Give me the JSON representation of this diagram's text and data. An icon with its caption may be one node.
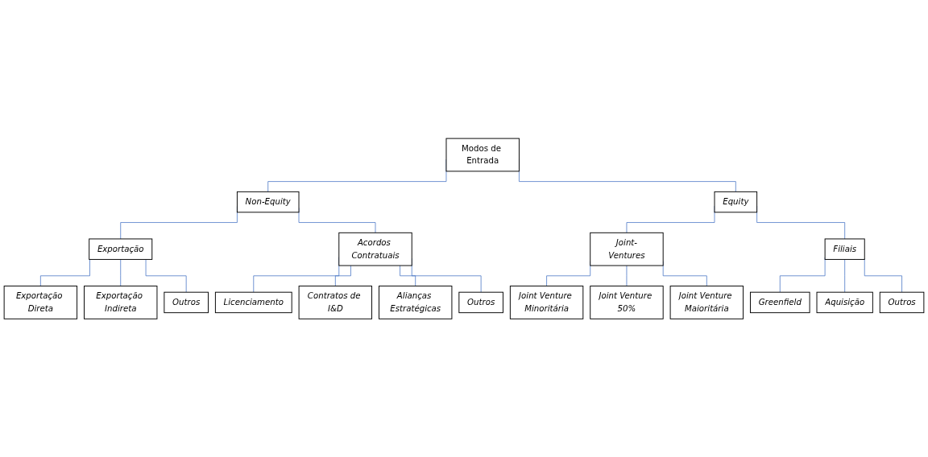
{
  "diagram": {
    "nodes": [
      {
        "text": [
          "Modos de Entrada"
        ]
      },
      {
        "text": [
          "Non-Equity"
        ]
      },
      {
        "text": [
          "Equity"
        ]
      },
      {
        "text": [
          "Exportação"
        ]
      },
      {
        "text": [
          "Acordos Contratuais"
        ]
      },
      {
        "text": [
          "Joint-Ventures"
        ]
      },
      {
        "text": [
          "Filiais"
        ]
      },
      {
        "text": [
          "Exportação Direta"
        ]
      },
      {
        "text": [
          "Exportação Indireta"
        ]
      },
      {
        "text": [
          "Outros"
        ]
      },
      {
        "text": [
          "Licenciamento"
        ]
      },
      {
        "text": [
          "Contratos de I&D"
        ]
      },
      {
        "text": [
          "Alianças Estratégicas"
        ]
      },
      {
        "text": [
          "Outros"
        ]
      },
      {
        "text": [
          "Joint Venture Minoritária"
        ]
      },
      {
        "text": [
          "Joint Venture 50%"
        ]
      },
      {
        "text": [
          "Joint Venture Maioritária"
        ]
      },
      {
        "text": [
          "Greenfield"
        ]
      },
      {
        "text": [
          "Aquisição"
        ]
      },
      {
        "text": [
          "Outros"
        ]
      }
    ],
    "edges": [
      {
        "from": 0,
        "to": 1,
        "arrow": "none"
      },
      {
        "from": 0,
        "to": 2,
        "arrow": "none"
      },
      {
        "from": 1,
        "to": 3,
        "arrow": "none"
      },
      {
        "from": 1,
        "to": 4,
        "arrow": "none"
      },
      {
        "from": 2,
        "to": 5,
        "arrow": "none"
      },
      {
        "from": 2,
        "to": 6,
        "arrow": "none"
      },
      {
        "from": 3,
        "to": 7,
        "arrow": "none"
      },
      {
        "from": 3,
        "to": 8,
        "arrow": "none"
      },
      {
        "from": 3,
        "to": 9,
        "arrow": "none"
      },
      {
        "from": 4,
        "to": 10,
        "arrow": "none"
      },
      {
        "from": 4,
        "to": 11,
        "arrow": "none"
      },
      {
        "from": 4,
        "to": 12,
        "arrow": "none"
      },
      {
        "from": 4,
        "to": 13,
        "arrow": "none"
      },
      {
        "from": 5,
        "to": 14,
        "arrow": "none"
      },
      {
        "from": 5,
        "to": 15,
        "arrow": "none"
      },
      {
        "from": 5,
        "to": 16,
        "arrow": "none"
      },
      {
        "from": 6,
        "to": 17,
        "arrow": "none"
      },
      {
        "from": 6,
        "to": 18,
        "arrow": "none"
      },
      {
        "from": 6,
        "to": 19,
        "arrow": "none"
      }
    ]
  }
}
